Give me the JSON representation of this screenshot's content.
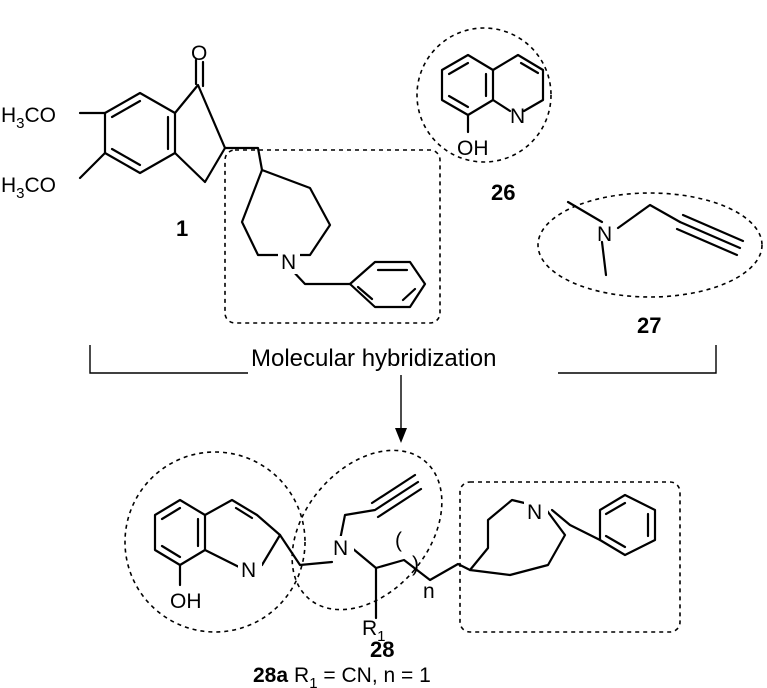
{
  "labels": {
    "cpd1": "1",
    "cpd26": "26",
    "cpd27": "27",
    "cpd28": "28",
    "hybridization": "Molecular hybridization",
    "variant_id": "28a",
    "variant_r": "R",
    "variant_r_sub": "1",
    "variant_rest": " = CN, n = 1"
  },
  "atoms": {
    "o": "O",
    "h3co": "H",
    "h3co_sub": "3",
    "h3co_rest": "CO",
    "n": "N",
    "oh": "OH",
    "r": "R",
    "r_sub": "1",
    "n_index": "n",
    "paren_open": "(",
    "paren_close": ")"
  }
}
